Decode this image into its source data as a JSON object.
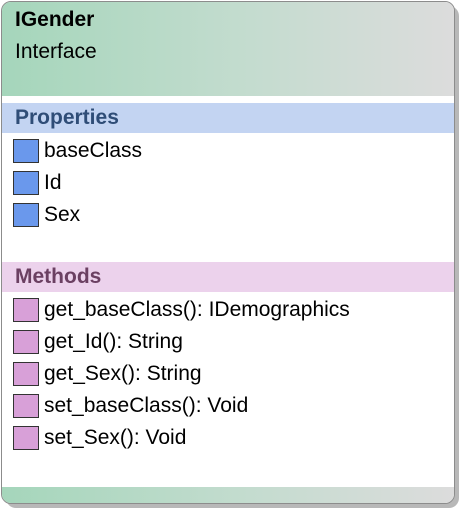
{
  "class_box": {
    "name": "IGender",
    "stereotype": "Interface"
  },
  "properties": {
    "title": "Properties",
    "items": [
      "baseClass",
      "Id",
      "Sex"
    ]
  },
  "methods": {
    "title": "Methods",
    "items": [
      "get_baseClass(): IDemographics",
      "get_Id(): String",
      "get_Sex(): String",
      "set_baseClass(): Void",
      "set_Sex(): Void"
    ]
  },
  "colors": {
    "header_green": "#a5d6bb",
    "properties_band": "#c3d4f2",
    "properties_icon": "#6a98ec",
    "methods_band": "#ecd2ec",
    "methods_icon": "#d8a0d8"
  }
}
